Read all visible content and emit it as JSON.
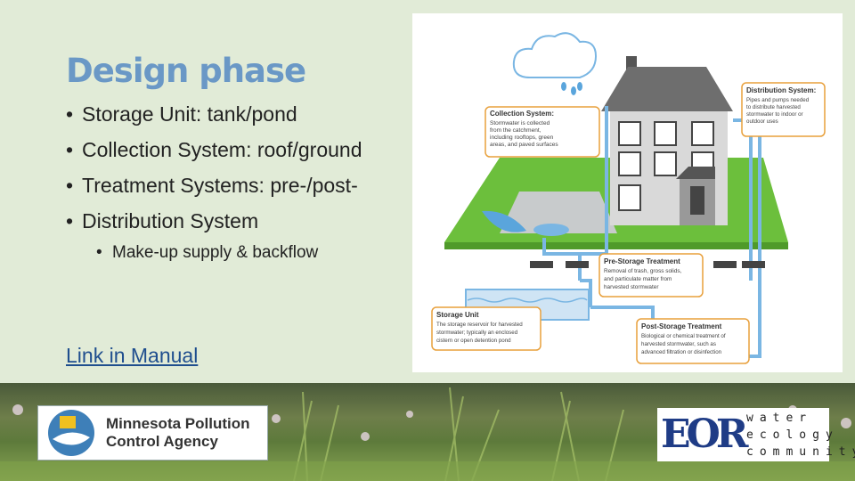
{
  "slide": {
    "title": "Design phase",
    "bullets": [
      "Storage Unit: tank/pond",
      "Collection System: roof/ground",
      "Treatment Systems: pre-/post-",
      "Distribution System"
    ],
    "sub_bullets": [
      "Make-up supply & backflow"
    ],
    "link_text": "Link in Manual"
  },
  "diagram": {
    "collection": {
      "title": "Collection System:",
      "lines": [
        "Stormwater is collected",
        "from the catchment,",
        "including rooftops, green",
        "areas, and paved surfaces"
      ]
    },
    "distribution": {
      "title": "Distribution System:",
      "lines": [
        "Pipes and pumps needed",
        "to distribute harvested",
        "stormwater to indoor or",
        "outdoor uses"
      ]
    },
    "pre_storage": {
      "title": "Pre-Storage Treatment",
      "lines": [
        "Removal of trash, gross solids,",
        "and particulate matter from",
        "harvested stormwater"
      ]
    },
    "storage": {
      "title": "Storage Unit",
      "lines": [
        "The storage reservoir for harvested",
        "stormwater; typically an enclosed",
        "cistern or open detention pond"
      ]
    },
    "post_storage": {
      "title": "Post-Storage Treatment",
      "lines": [
        "Biological or chemical treatment of",
        "harvested stormwater, such as",
        "advanced filtration or disinfection"
      ]
    }
  },
  "logos": {
    "mpca_lines": [
      "Minnesota Pollution",
      "Control Agency"
    ],
    "eor_mark": "EOR",
    "eor_words": [
      "water",
      "ecology",
      "community"
    ]
  },
  "colors": {
    "title": "#6a98c6",
    "background": "#e1ebd7",
    "callout_border": "#e8a03c",
    "lawn": "#6cbf3c",
    "pipe": "#7ab6e3"
  }
}
